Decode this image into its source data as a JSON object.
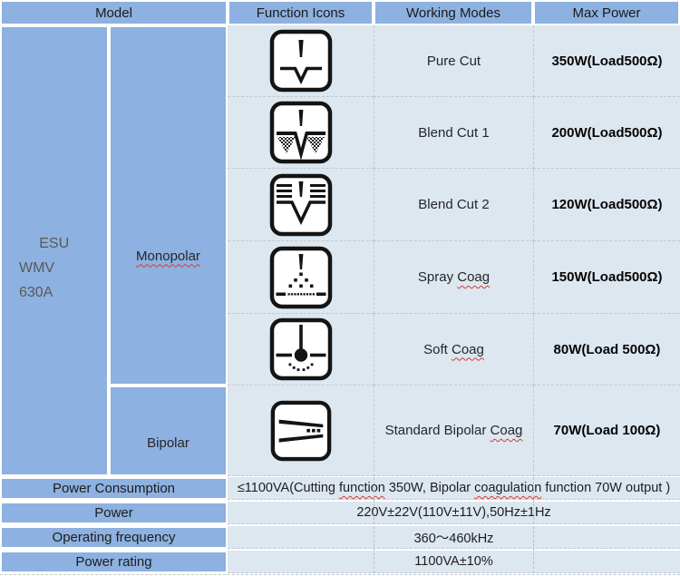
{
  "header": {
    "model": "Model",
    "function_icons": "Function Icons",
    "working_modes": "Working Modes",
    "max_power": "Max Power"
  },
  "model": {
    "name": "     ESU\nWMV\n630A",
    "monopolar": "Monopolar",
    "bipolar": "Bipolar"
  },
  "rows": [
    {
      "icon": "pure-cut-waveform-icon",
      "mode_pre": "Pure Cut",
      "power": "350W(Load500Ω)"
    },
    {
      "icon": "blend-cut-1-waveform-icon",
      "mode_pre": "Blend Cut 1",
      "power": "200W(Load500Ω)"
    },
    {
      "icon": "blend-cut-2-waveform-icon",
      "mode_pre": "Blend Cut 2",
      "power": "120W(Load500Ω)"
    },
    {
      "icon": "spray-coag-waveform-icon",
      "mode_pre": "Spray ",
      "mode_sq": "Coag",
      "power": "150W(Load500Ω)"
    },
    {
      "icon": "soft-coag-waveform-icon",
      "mode_pre": "Soft ",
      "mode_sq": "Coag",
      "power": "80W(Load 500Ω)"
    },
    {
      "icon": "bipolar-coag-waveform-icon",
      "mode_pre": "Standard Bipolar ",
      "mode_sq": "Coag",
      "power": "70W(Load 100Ω)"
    }
  ],
  "specs": {
    "power_consumption": {
      "label": "Power Consumption",
      "parts": [
        "≤1100VA(Cutting ",
        "function",
        " 350W, Bipolar ",
        "coagulation",
        " function 70W output )"
      ]
    },
    "power": {
      "label": "Power",
      "value": "220V±22V(110V±11V),50Hz±1Hz"
    },
    "operating_frequency": {
      "label": "Operating frequency",
      "value": "360～460kHz"
    },
    "power_rating": {
      "label": "Power rating",
      "value": "1100VA±10%"
    }
  },
  "colors": {
    "cell_blue": "#8db1e0",
    "cell_light": "#dde7f0",
    "border_white": "#ffffff",
    "squiggle_red": "#d23b2e",
    "icon_black": "#141414"
  }
}
